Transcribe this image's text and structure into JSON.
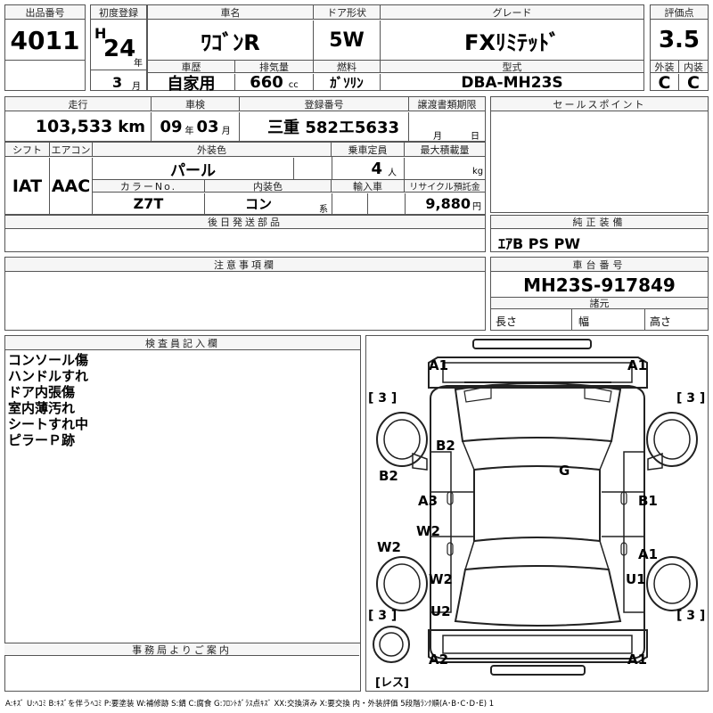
{
  "row1": {
    "lot_label": "出品番号",
    "lot_value": "4011",
    "reg_label": "初度登録",
    "era": "H",
    "year": "24",
    "year_unit": "年",
    "month": "3",
    "month_unit": "月",
    "name_label": "車名",
    "name_value": "ﾜｺﾞﾝR",
    "door_label": "ドア形状",
    "door_value": "5W",
    "grade_label": "グレード",
    "grade_value": "FXﾘﾐﾃｯﾄﾞ",
    "score_label": "評価点",
    "score_value": "3.5",
    "history_label": "車歴",
    "history_value": "自家用",
    "disp_label": "排気量",
    "disp_value": "660",
    "disp_unit": "cc",
    "fuel_label": "燃料",
    "fuel_value": "ｶﾞｿﾘﾝ",
    "model_label": "型式",
    "model_value": "DBA-MH23S",
    "ext_label": "外装",
    "ext_value": "C",
    "int_label": "内装",
    "int_value": "C"
  },
  "row2": {
    "mileage_label": "走行",
    "mileage_value": "103,533",
    "mileage_unit": "km",
    "inspect_label": "車検",
    "inspect_year": "09",
    "inspect_year_unit": "年",
    "inspect_month": "03",
    "inspect_month_unit": "月",
    "plate_label": "登録番号",
    "plate_value": "三重 582エ5633",
    "transfer_label": "譲渡書類期限",
    "transfer_month_unit": "月",
    "transfer_day_unit": "日",
    "sales_label": "セールスポイント"
  },
  "row3": {
    "shift_label": "シフト",
    "shift_value": "IAT",
    "ac_label": "エアコン",
    "ac_value": "AAC",
    "color_label": "外装色",
    "color_value": "パール",
    "capacity_label": "乗車定員",
    "capacity_value": "4",
    "capacity_unit": "人",
    "load_label": "最大積載量",
    "load_unit": "kg",
    "color_no_label": "カラーNo.",
    "color_no_value": "Z7T",
    "interior_label": "内装色",
    "interior_value": "コン",
    "interior_unit": "系",
    "import_label": "輸入車",
    "recycle_label": "リサイクル預託金",
    "recycle_value": "9,880",
    "recycle_unit": "円"
  },
  "parts": {
    "later_label": "後日発送部品",
    "genuine_label": "純正装備",
    "genuine_value": "ｴｱB PS PW"
  },
  "notes_label": "注意事項欄",
  "chassis": {
    "label": "車台番号",
    "value": "MH23S-917849",
    "spec_label": "諸元",
    "length_label": "長さ",
    "width_label": "幅",
    "height_label": "高さ"
  },
  "inspector": {
    "label": "検査員記入欄",
    "notes": [
      "コンソール傷",
      "ハンドルすれ",
      "ドア内張傷",
      "室内薄汚れ",
      "シートすれ中",
      "ピラーＰ跡"
    ]
  },
  "diagram": {
    "marks": {
      "front_left": "A1",
      "front_right": "A1",
      "hood": "B2",
      "roof": "G",
      "left_pillar": "B2",
      "left_front_door": "A3",
      "right_front_door": "B1",
      "left_rear_door_w": "W2",
      "left_panel": "W2",
      "right_rear_door": "A1",
      "left_rear_quarter": "W2",
      "right_rear_quarter": "U1",
      "left_rear_u": "U2",
      "rear_left": "A2",
      "rear_right": "A1"
    },
    "tires": [
      "3",
      "3",
      "3",
      "3"
    ],
    "spare_label": "レス"
  },
  "legend": "A:ｷｽﾞ U:ﾍｺﾐ B:ｷｽﾞを伴うﾍｺﾐ P:要塗装 W:補修跡 S:錆 C:腐食 G:ﾌﾛﾝﾄｶﾞﾗｽ点ｷｽﾞ XX:交換済み X:要交換 内・外装評価 5段階ﾗﾝｸ順(A･B･C･D･E) 1"
}
